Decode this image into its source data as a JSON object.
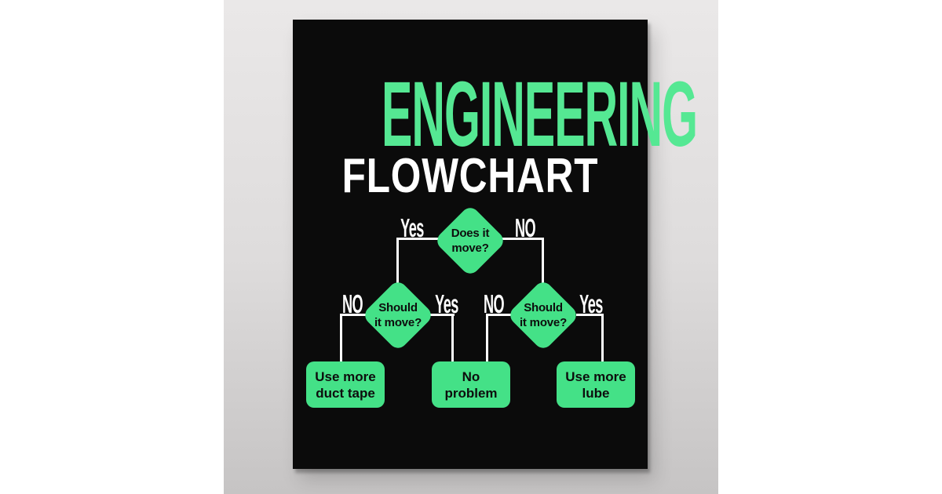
{
  "colors": {
    "page_bg": "#ffffff",
    "panel_top": "#eae8e8",
    "panel_bottom": "#c6c4c4",
    "poster_bg": "#0b0b0b",
    "title_green": "#55e893",
    "shape_green": "#44e187",
    "text_white": "#ffffff",
    "node_text": "#0d0d0d"
  },
  "poster": {
    "title_line1": "ENGINEERING",
    "title_line2": "FLOWCHART"
  },
  "flowchart": {
    "decisions": [
      {
        "id": "does-it-move",
        "lines": [
          "Does it",
          "move?"
        ]
      },
      {
        "id": "should-it-move-left",
        "lines": [
          "Should",
          "it move?"
        ]
      },
      {
        "id": "should-it-move-right",
        "lines": [
          "Should",
          "it move?"
        ]
      }
    ],
    "edge_labels": {
      "top_yes": "Yes",
      "top_no": "NO",
      "left_no": "NO",
      "left_yes": "Yes",
      "right_no": "NO",
      "right_yes": "Yes"
    },
    "outcomes": [
      {
        "id": "use-more-duct-tape",
        "lines": [
          "Use more",
          "duct tape"
        ]
      },
      {
        "id": "no-problem",
        "lines": [
          "No",
          "problem"
        ]
      },
      {
        "id": "use-more-lube",
        "lines": [
          "Use more",
          "lube"
        ]
      }
    ]
  }
}
